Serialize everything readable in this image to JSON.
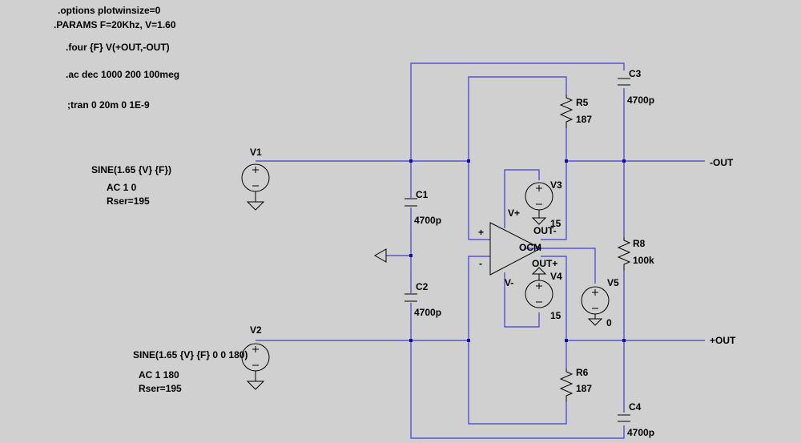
{
  "directives": {
    "options": ".options plotwinsize=0",
    "params": ".PARAMS F=20Khz, V=1.60",
    "four": ".four {F} V(+OUT,-OUT)",
    "ac": ".ac dec 1000 200 100meg",
    "tran": ";tran 0 20m 0 1E-9"
  },
  "sources": {
    "v1": {
      "name": "V1",
      "value": "SINE(1.65 {V} {F})",
      "ac": "AC 1 0",
      "rser": "Rser=195"
    },
    "v2": {
      "name": "V2",
      "value": "SINE(1.65 {V} {F} 0 0 180)",
      "ac": "AC 1 180",
      "rser": "Rser=195"
    },
    "v3": {
      "name": "V3",
      "value": "15"
    },
    "v4": {
      "name": "V4",
      "value": "15"
    },
    "v5": {
      "name": "V5",
      "value": "0"
    }
  },
  "capacitors": {
    "c1": {
      "name": "C1",
      "value": "4700p"
    },
    "c2": {
      "name": "C2",
      "value": "4700p"
    },
    "c3": {
      "name": "C3",
      "value": "4700p"
    },
    "c4": {
      "name": "C4",
      "value": "4700p"
    }
  },
  "resistors": {
    "r5": {
      "name": "R5",
      "value": "187"
    },
    "r6": {
      "name": "R6",
      "value": "187"
    },
    "r8": {
      "name": "R8",
      "value": "100k"
    }
  },
  "opamp": {
    "plus": "+",
    "minus": "-",
    "vplus": "V+",
    "vminus": "V-",
    "outminus": "OUT-",
    "outplus": "OUT+",
    "ocm": "OCM"
  },
  "nets": {
    "out_neg": "-OUT",
    "out_pos": "+OUT"
  },
  "colors": {
    "background": "#d0d0d0",
    "wire": "#3f3fd0",
    "component": "#000000",
    "junction": "#1010a0"
  }
}
